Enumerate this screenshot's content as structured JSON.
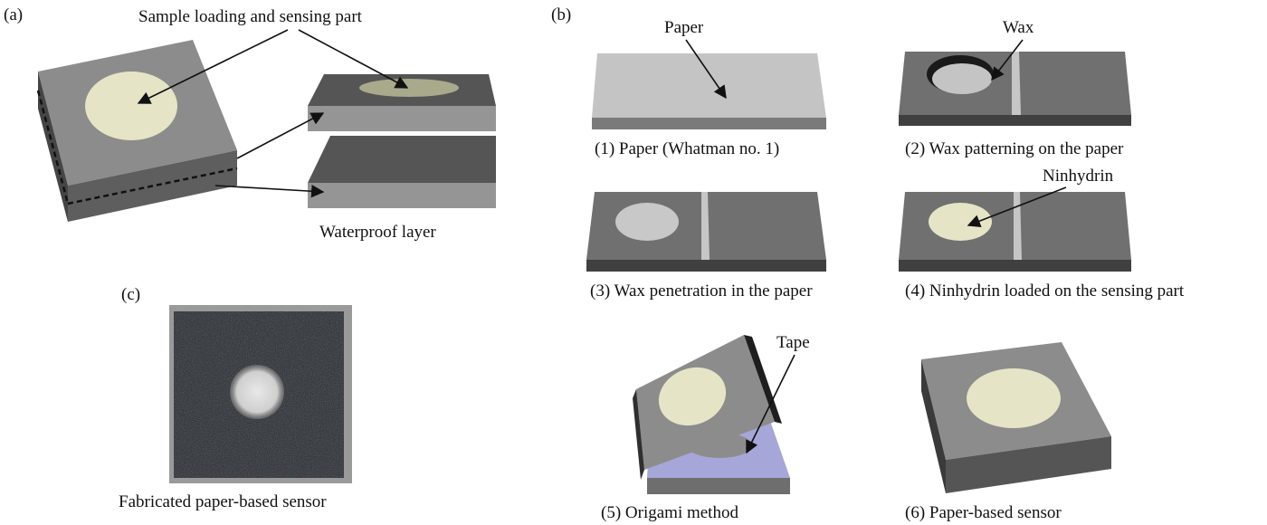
{
  "panels": {
    "a": {
      "label": "(a)",
      "annotation_top": "Sample loading and sensing part",
      "annotation_bottom": "Waterproof layer"
    },
    "b": {
      "label": "(b)",
      "steps": [
        {
          "caption": "(1) Paper (Whatman no. 1)",
          "annotation": "Paper"
        },
        {
          "caption": "(2) Wax patterning on the paper",
          "annotation": "Wax"
        },
        {
          "caption": "(3) Wax penetration in the paper",
          "annotation": ""
        },
        {
          "caption": "(4) Ninhydrin loaded on the sensing part",
          "annotation": "Ninhydrin"
        },
        {
          "caption": "(5) Origami method",
          "annotation": "Tape"
        },
        {
          "caption": "(6) Paper-based sensor",
          "annotation": ""
        }
      ]
    },
    "c": {
      "label": "(c)",
      "caption": "Fabricated paper-based sensor"
    }
  },
  "colors": {
    "top_face": "#8c8c8c",
    "dark_top": "#555555",
    "front_face": "#6e6e6e",
    "side_face": "#424242",
    "paper_top": "#c4c4c4",
    "paper_front": "#7a7a7a",
    "sensing_spot": "#e6e4c6",
    "wax_line": "#c6c6c6",
    "tape": "#a6a6d8",
    "photo_bg": "#252a30"
  }
}
